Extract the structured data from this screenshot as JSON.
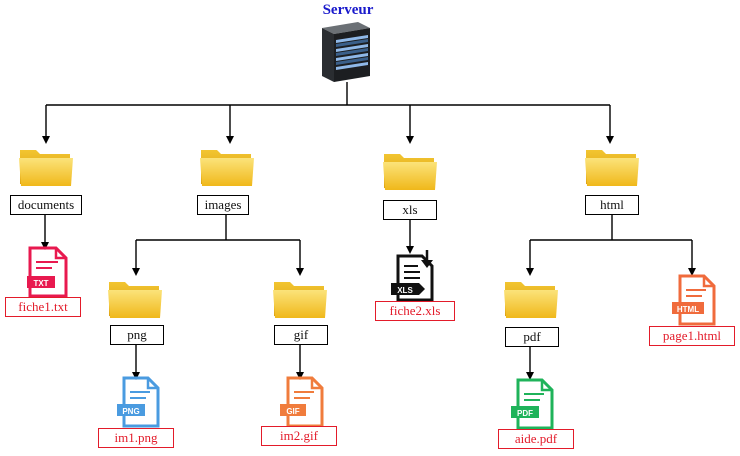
{
  "title": "Serveur",
  "colors": {
    "title": "#1a1acc",
    "file_label": "#e31b2a",
    "folder_label": "#000000",
    "folder": "#f5c518",
    "txt": "#e8194f",
    "png": "#4a9be0",
    "gif": "#f07c3c",
    "html": "#f06b3c",
    "pdf": "#1fb35a",
    "xls": "#111111"
  },
  "folders": {
    "documents": "documents",
    "images": "images",
    "xls": "xls",
    "html": "html",
    "png": "png",
    "gif": "gif",
    "pdf": "pdf"
  },
  "files": {
    "fiche1": {
      "name": "fiche1.txt",
      "badge": "TXT",
      "icon": "txt-file-icon"
    },
    "im1": {
      "name": "im1.png",
      "badge": "PNG",
      "icon": "png-file-icon"
    },
    "im2": {
      "name": "im2.gif",
      "badge": "GIF",
      "icon": "gif-file-icon"
    },
    "fiche2": {
      "name": "fiche2.xls",
      "badge": "XLS",
      "icon": "xls-file-icon"
    },
    "page1": {
      "name": "page1.html",
      "badge": "HTML",
      "icon": "html-file-icon"
    },
    "aide": {
      "name": "aide.pdf",
      "badge": "PDF",
      "icon": "pdf-file-icon"
    }
  }
}
